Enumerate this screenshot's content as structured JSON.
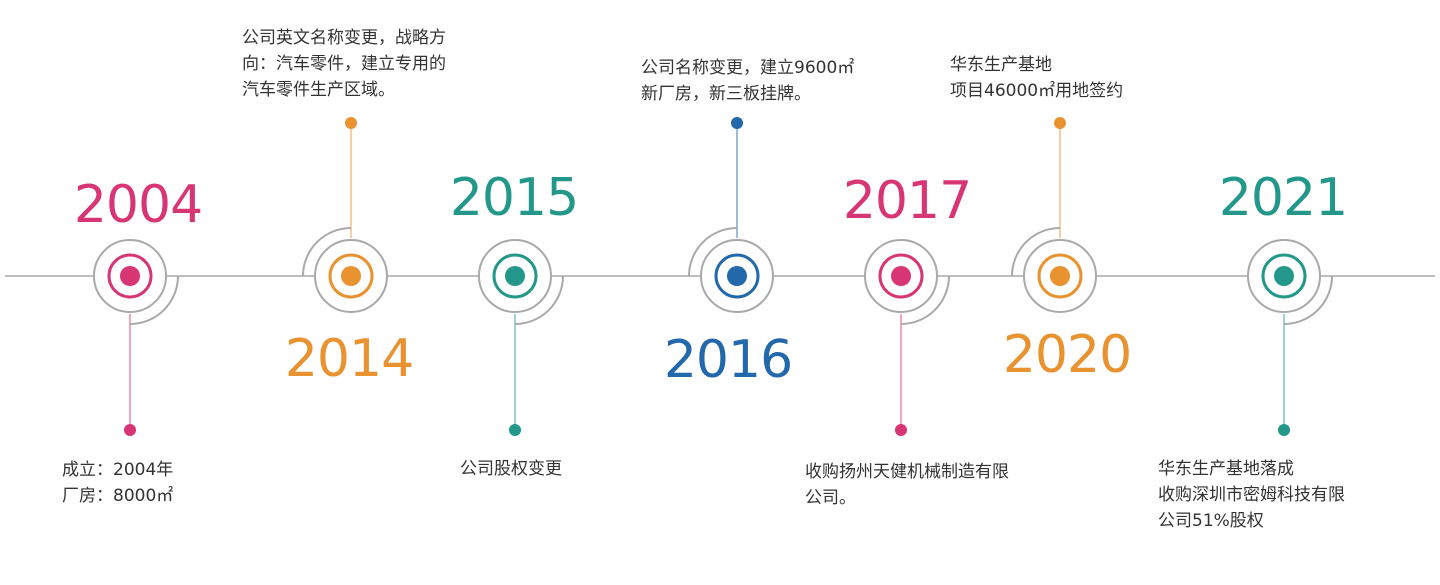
{
  "colors": {
    "pink": "#d83574",
    "orange": "#e99230",
    "teal": "#22978a",
    "blue": "#2268aa",
    "line": "#bdbdbd",
    "ring": "#a9a9a9"
  },
  "events": [
    {
      "id": "2004",
      "year": "2004",
      "color": "pink",
      "lines": [
        "成立：2004年",
        "厂房：8000㎡"
      ]
    },
    {
      "id": "2014",
      "year": "2014",
      "color": "orange",
      "lines": [
        "公司英文名称变更，战略方",
        "向：汽车零件，建立专用的",
        "汽车零件生产区域。"
      ]
    },
    {
      "id": "2015",
      "year": "2015",
      "color": "teal",
      "lines": [
        "公司股权变更"
      ]
    },
    {
      "id": "2016",
      "year": "2016",
      "color": "blue",
      "lines": [
        "公司名称变更，建立9600㎡",
        "新厂房，新三板挂牌。"
      ]
    },
    {
      "id": "2017",
      "year": "2017",
      "color": "pink",
      "lines": [
        "收购扬州天健机械制造有限",
        "公司。"
      ]
    },
    {
      "id": "2020",
      "year": "2020",
      "color": "orange",
      "lines": [
        "华东生产基地",
        "项目46000㎡用地签约"
      ]
    },
    {
      "id": "2021",
      "year": "2021",
      "color": "teal",
      "lines": [
        "华东生产基地落成",
        "收购深圳市密姆科技有限",
        "公司51%股权"
      ]
    }
  ]
}
